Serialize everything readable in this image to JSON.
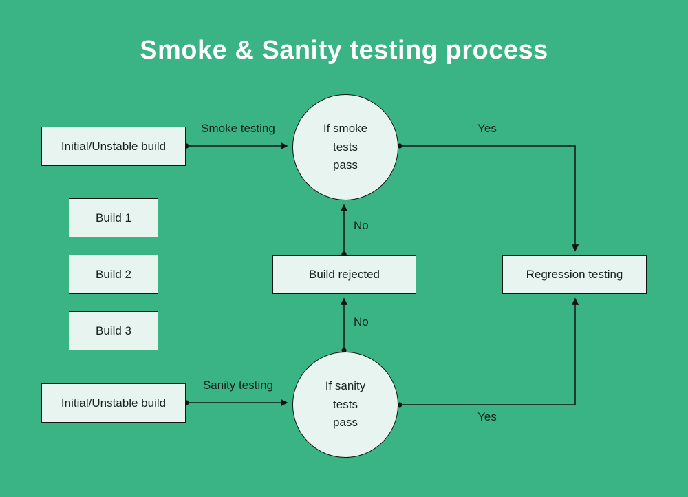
{
  "title": "Smoke & Sanity testing process",
  "colors": {
    "background": "#3BB485",
    "node_fill": "#E7F4EF",
    "node_border": "#141414",
    "title_text": "#FFFFFF",
    "node_text": "#16231D",
    "line": "#141414"
  },
  "nodes": {
    "initial_build_top": {
      "label": "Initial/Unstable build"
    },
    "build_1": {
      "label": "Build 1"
    },
    "build_2": {
      "label": "Build 2"
    },
    "build_3": {
      "label": "Build 3"
    },
    "initial_build_bottom": {
      "label": "Initial/Unstable build"
    },
    "smoke_decision": {
      "label": "If smoke\ntests\npass"
    },
    "build_rejected": {
      "label": "Build rejected"
    },
    "regression_testing": {
      "label": "Regression testing"
    },
    "sanity_decision": {
      "label": "If sanity\ntests\npass"
    }
  },
  "edges": {
    "smoke_testing": {
      "label": "Smoke testing"
    },
    "yes_top": {
      "label": "Yes"
    },
    "no_top": {
      "label": "No"
    },
    "no_bottom": {
      "label": "No"
    },
    "sanity_testing": {
      "label": "Sanity testing"
    },
    "yes_bottom": {
      "label": "Yes"
    }
  }
}
